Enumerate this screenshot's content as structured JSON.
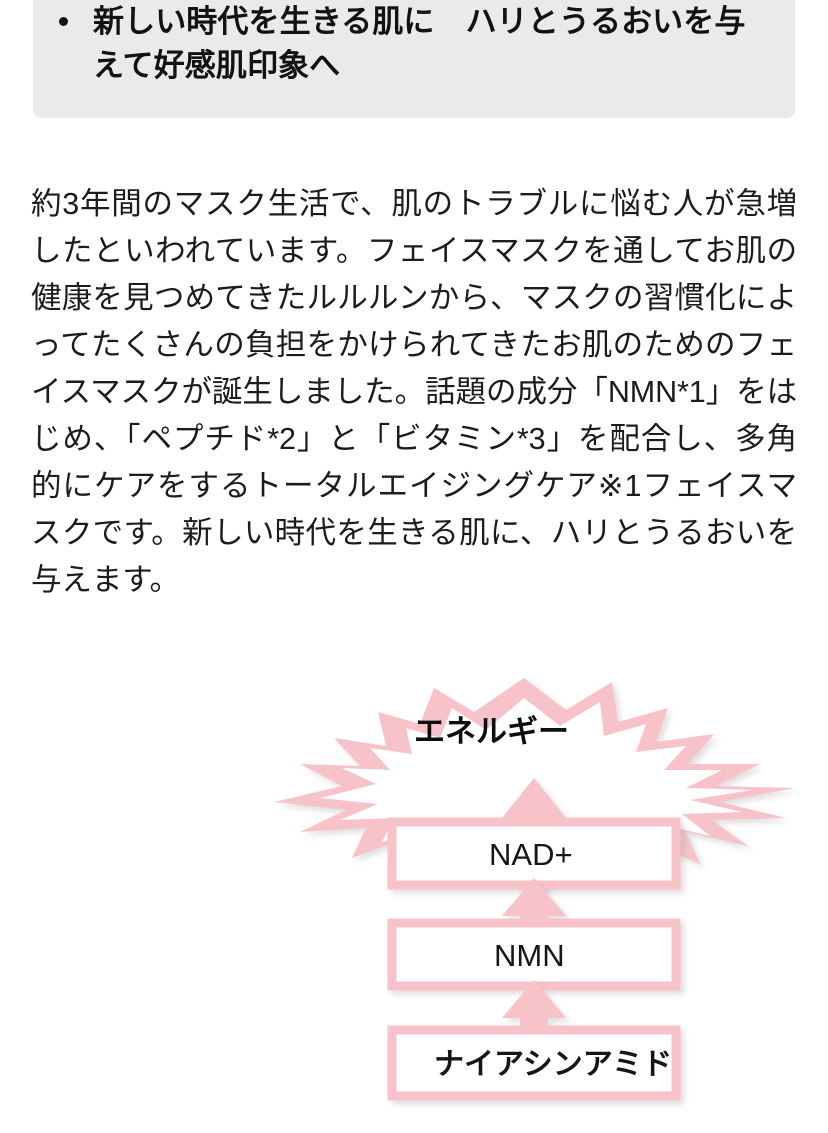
{
  "heading": {
    "bullet_icon": "bullet-dot-icon",
    "items": [
      "新しい時代を生きる肌に　ハリとうるおいを与えて好感肌印象へ"
    ],
    "background_color": "#eaeaea"
  },
  "body": {
    "paragraph": "約3年間のマスク生活で、肌のトラブルに悩む人が急増したといわれています。フェイスマスクを通してお肌の健康を見つめてきたルルルンから、マスクの習慣化によってたくさんの負担をかけられてきたお肌のためのフェイスマスクが誕生しました。話題の成分「NMN*1」をはじめ、「ペプチド*2」と「ビタミン*3」を配合し、多角的にケアをするトータルエイジングケア※1フェイスマスクです。新しい時代を生きる肌に、ハリとうるおいを与えます。"
  },
  "diagram": {
    "type": "flow",
    "accent_color": "#f7c3c9",
    "direction": "bottom-to-top",
    "burst": {
      "label": "エネルギー",
      "shape": "starburst-explosion"
    },
    "nodes": [
      {
        "label": "NAD+",
        "shape": "rectangle"
      },
      {
        "label": "NMN",
        "shape": "rectangle"
      },
      {
        "label": "ナイアシンアミド",
        "shape": "rectangle"
      }
    ],
    "arrows": [
      {
        "from": "ナイアシンアミド",
        "to": "NMN",
        "icon": "arrow-up-icon"
      },
      {
        "from": "NMN",
        "to": "NAD+",
        "icon": "arrow-up-icon"
      },
      {
        "from": "NAD+",
        "to": "エネルギー",
        "icon": "arrow-up-icon"
      }
    ]
  }
}
